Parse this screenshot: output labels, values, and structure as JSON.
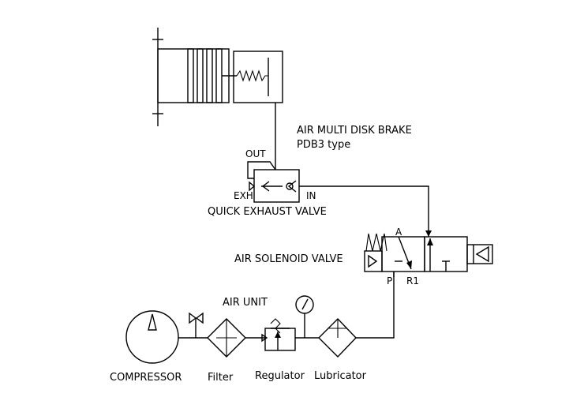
{
  "labels": {
    "brake_title": "AIR MULTI DISK BRAKE",
    "brake_type": "PDB3 type",
    "out": "OUT",
    "exh": "EXH",
    "in": "IN",
    "quick_exhaust_valve": "QUICK EXHAUST VALVE",
    "port_a": "A",
    "port_p": "P",
    "port_r1": "R1",
    "air_solenoid_valve": "AIR SOLENOID VALVE",
    "air_unit": "AIR UNIT",
    "compressor": "COMPRESSOR",
    "filter": "Filter",
    "regulator": "Regulator",
    "lubricator": "Lubricator"
  },
  "colors": {
    "line": "#000000",
    "background": "#ffffff"
  }
}
